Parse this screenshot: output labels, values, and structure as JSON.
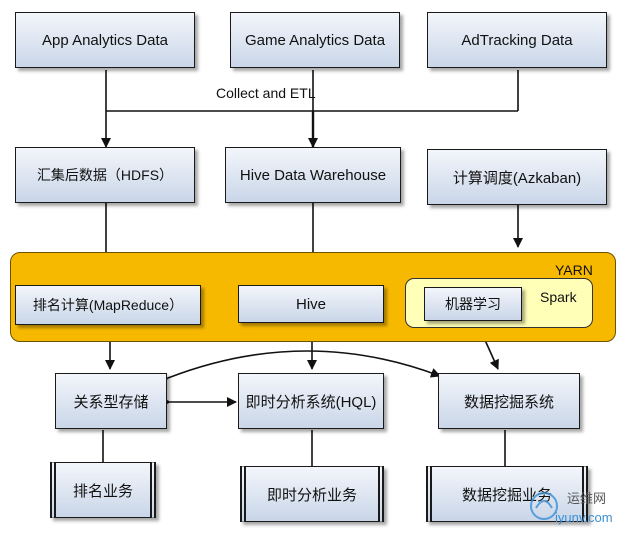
{
  "sources": {
    "app": "App Analytics Data",
    "game": "Game Analytics Data",
    "ad": "AdTracking Data"
  },
  "collect_label": "Collect and ETL",
  "storage": {
    "hdfs": "汇集后数据（HDFS）",
    "hive_dw": "Hive Data Warehouse",
    "scheduler": "计算调度(Azkaban)"
  },
  "yarn": {
    "label": "YARN",
    "mapreduce": "排名计算(MapReduce）",
    "hive": "Hive",
    "spark_label": "Spark",
    "ml": "机器学习"
  },
  "systems": {
    "relational": "关系型存储",
    "realtime": "即时分析系统(HQL)",
    "mining": "数据挖掘系统"
  },
  "business": {
    "ranking": "排名业务",
    "realtime": "即时分析业务",
    "mining": "数据挖掘业务"
  },
  "watermark": {
    "name": "运维网",
    "url": "iyunv.com"
  },
  "colors": {
    "yarn": "#f7b900",
    "spark": "#ffffb8",
    "box_top": "#f3f6fb",
    "box_bottom": "#c9d6e8"
  }
}
